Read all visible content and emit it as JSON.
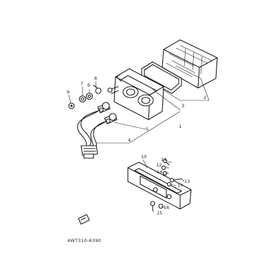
{
  "diagram": {
    "callouts": {
      "c1": "1",
      "c2": "2",
      "c3": "3",
      "c4": "4",
      "c5": "5",
      "c6": "6",
      "c7": "7",
      "c8": "8",
      "c9": "9",
      "c10": "10",
      "c11": "11",
      "c12": "12",
      "c13": "13",
      "c14": "14",
      "c15": "15",
      "c16": "16",
      "c17": "17"
    },
    "drawing_code": "4WT310-6390"
  }
}
